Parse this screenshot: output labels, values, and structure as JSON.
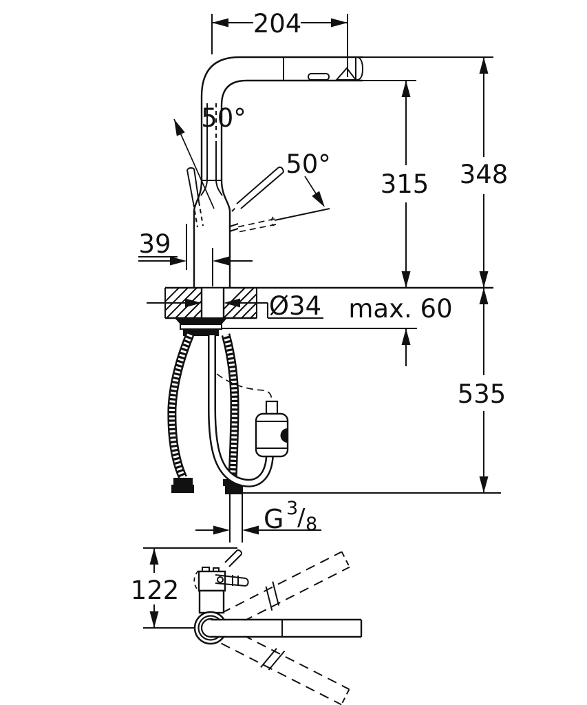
{
  "meta": {
    "background_color": "#ffffff",
    "ink_color": "#111111",
    "drawing_type": "technical dimension drawing of pull-out kitchen faucet"
  },
  "dimensions": {
    "spout_reach": "204",
    "handle_swing_front": "50°",
    "handle_swing_back": "50°",
    "spout_underside_height": "315",
    "spout_top_height": "348",
    "handle_projection": "39",
    "mounting_hole_diameter": "Ø34",
    "max_deck_thickness": "max. 60",
    "below_deck_length": "535",
    "plan_rear_clearance": "122",
    "thread": {
      "g": "G",
      "numerator": "3",
      "slash": "/",
      "denominator": "8"
    }
  }
}
